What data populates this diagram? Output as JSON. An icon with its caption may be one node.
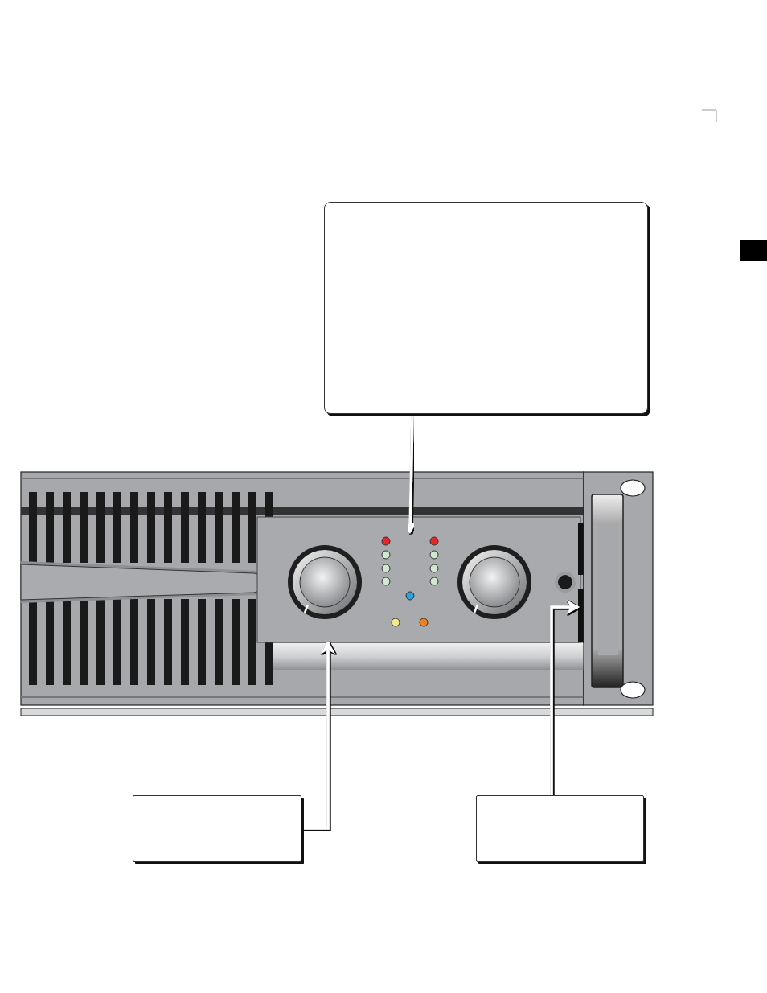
{
  "diagram": {
    "nodes": [
      {
        "text": [],
        "shape": "box"
      },
      {
        "text": [],
        "shape": "box"
      },
      {
        "text": [],
        "shape": "box"
      },
      {
        "text": [],
        "shape": "box"
      },
      {
        "text": [],
        "shape": "bar"
      }
    ],
    "edges": [
      {
        "from": 0,
        "to": 3,
        "arrow": "to"
      },
      {
        "from": 1,
        "to": 3,
        "arrow": "to"
      },
      {
        "from": 2,
        "to": 4,
        "arrow": "to"
      }
    ]
  }
}
